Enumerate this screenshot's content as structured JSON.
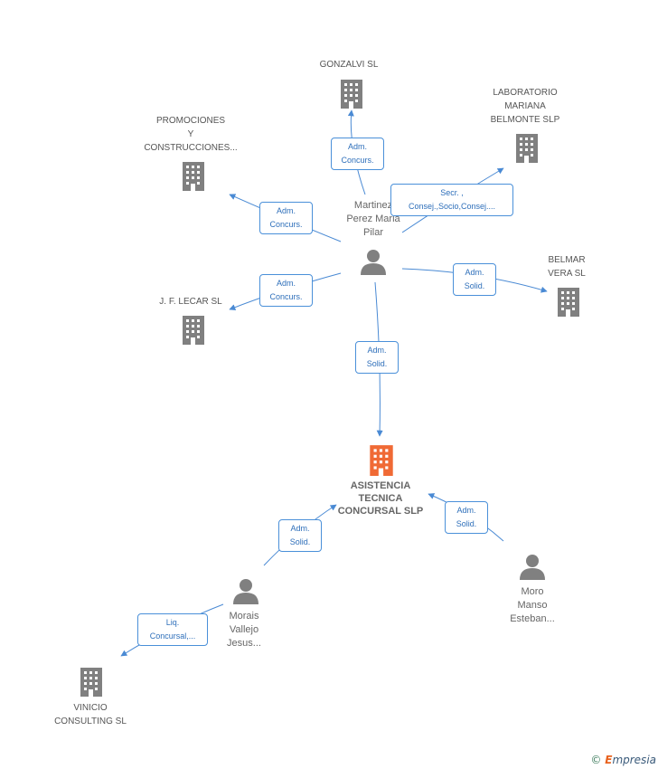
{
  "colors": {
    "building": "#808080",
    "main_building": "#f06a35",
    "person": "#808080",
    "edge": "#4a8ad4"
  },
  "main_company": {
    "lines": [
      "ASISTENCIA",
      "TECNICA",
      "CONCURSAL SLP"
    ]
  },
  "companies": [
    {
      "id": "gonzalvi",
      "lines": [
        "GONZALVI SL"
      ]
    },
    {
      "id": "laboratorio",
      "lines": [
        "LABORATORIO",
        "MARIANA",
        "BELMONTE SLP"
      ]
    },
    {
      "id": "promociones",
      "lines": [
        "PROMOCIONES",
        "Y",
        "CONSTRUCCIONES..."
      ]
    },
    {
      "id": "belmar",
      "lines": [
        "BELMAR",
        "VERA SL"
      ]
    },
    {
      "id": "lecar",
      "lines": [
        "J.  F. LECAR SL"
      ]
    },
    {
      "id": "vinicio",
      "lines": [
        "VINICIO",
        "CONSULTING SL"
      ]
    }
  ],
  "persons": [
    {
      "id": "martinez",
      "lines": [
        "Martinez",
        "Perez Maria",
        "Pilar"
      ]
    },
    {
      "id": "morais",
      "lines": [
        "Morais",
        "Vallejo",
        "Jesus..."
      ]
    },
    {
      "id": "moro",
      "lines": [
        "Moro",
        "Manso",
        "Esteban..."
      ]
    }
  ],
  "edges": [
    {
      "id": "e1",
      "lines": [
        "Adm.",
        "Concurs."
      ]
    },
    {
      "id": "e2",
      "lines": [
        "Secr. ,",
        "Consej.,Socio,Consej...."
      ]
    },
    {
      "id": "e3",
      "lines": [
        "Adm.",
        "Concurs."
      ]
    },
    {
      "id": "e4",
      "lines": [
        "Adm.",
        "Solid."
      ]
    },
    {
      "id": "e5",
      "lines": [
        "Adm.",
        "Concurs."
      ]
    },
    {
      "id": "e6",
      "lines": [
        "Adm.",
        "Solid."
      ]
    },
    {
      "id": "e7",
      "lines": [
        "Adm.",
        "Solid."
      ]
    },
    {
      "id": "e8",
      "lines": [
        "Adm.",
        "Solid."
      ]
    },
    {
      "id": "e9",
      "lines": [
        "Liq.",
        "Concursal,..."
      ]
    }
  ],
  "brand": {
    "copyright": "©",
    "e": "E",
    "rest": "mpresia"
  }
}
